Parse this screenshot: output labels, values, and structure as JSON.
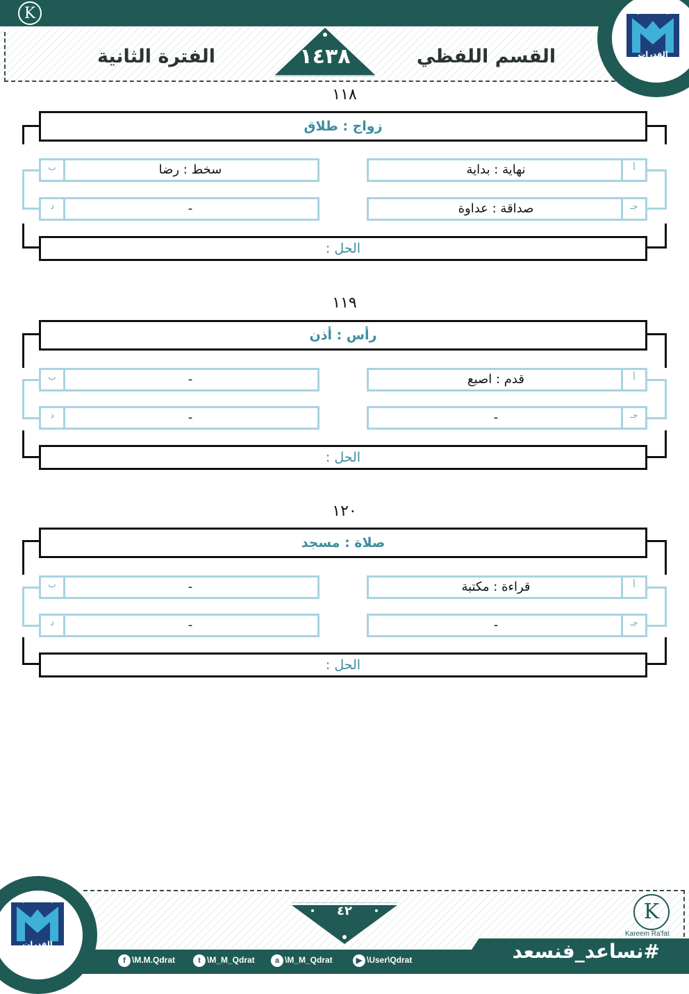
{
  "header": {
    "brand_mark": "K",
    "brand_name": "Kareem Ra'fat",
    "section_title": "القسم اللفظي",
    "period_title": "الفترة الثانية",
    "year": "١٤٣٨",
    "logo_text": "القدرات"
  },
  "questions": [
    {
      "number": "١١٨",
      "stem": "زواج : طلاق",
      "options": {
        "a": {
          "label": "أ",
          "text": "نهاية : بداية"
        },
        "b": {
          "label": "ب",
          "text": "سخط : رضا"
        },
        "c": {
          "label": "جـ",
          "text": "صداقة : عداوة"
        },
        "d": {
          "label": "د",
          "text": "-"
        }
      },
      "solution": "الحل :"
    },
    {
      "number": "١١٩",
      "stem": "رأس : أذن",
      "options": {
        "a": {
          "label": "أ",
          "text": "قدم : اصبع"
        },
        "b": {
          "label": "ب",
          "text": "-"
        },
        "c": {
          "label": "جـ",
          "text": "-"
        },
        "d": {
          "label": "د",
          "text": "-"
        }
      },
      "solution": "الحل :"
    },
    {
      "number": "١٢٠",
      "stem": "صلاة : مسجد",
      "options": {
        "a": {
          "label": "أ",
          "text": "قراءة : مكتبة"
        },
        "b": {
          "label": "ب",
          "text": "-"
        },
        "c": {
          "label": "جـ",
          "text": "-"
        },
        "d": {
          "label": "د",
          "text": "-"
        }
      },
      "solution": "الحل :"
    }
  ],
  "footer": {
    "page_number": "٤٢",
    "hashtag": "#نساعد_فنسعد",
    "brand_mark": "K",
    "brand_name": "Kareem Ra'fat",
    "logo_text": "القدرات",
    "social": {
      "facebook": "\\M.M.Qdrat",
      "twitter": "\\M_M_Qdrat",
      "ask": "\\M_M_Qdrat",
      "youtube": "\\User\\Qdrat"
    }
  }
}
